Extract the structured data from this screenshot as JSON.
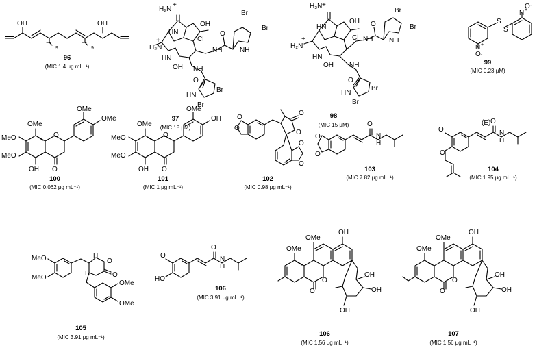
{
  "figure": {
    "compounds": [
      {
        "id": "c96",
        "number": "96",
        "mic": "(MIC 1.4 μg mL⁻¹)"
      },
      {
        "id": "c97",
        "number": "97",
        "mic": "(MIC 18 μM)"
      },
      {
        "id": "c98",
        "number": "98",
        "mic": "(MIC 15 μM)"
      },
      {
        "id": "c99",
        "number": "99",
        "mic": "(MIC 0.23 μM)"
      },
      {
        "id": "c100",
        "number": "100",
        "mic": "(MIC 0.062 μg mL⁻¹)"
      },
      {
        "id": "c101",
        "number": "101",
        "mic": "(MIC 1 μg mL⁻¹)"
      },
      {
        "id": "c102",
        "number": "102",
        "mic": "(MIC 0.98 μg mL⁻¹)"
      },
      {
        "id": "c103",
        "number": "103",
        "mic": "(MIC 7.82 μg mL⁻¹)"
      },
      {
        "id": "c104",
        "number": "104",
        "mic": "(MIC 1.95 μg mL⁻¹)"
      },
      {
        "id": "c105",
        "number": "105",
        "mic": "(MIC 3.91 μg mL⁻¹)"
      },
      {
        "id": "c106a",
        "number": "106",
        "mic": "(MIC 3.91 μg mL⁻¹)"
      },
      {
        "id": "c106b",
        "number": "106",
        "mic": "(MIC 1.56 μg mL⁻¹)"
      },
      {
        "id": "c107",
        "number": "107",
        "mic": "(MIC 1.56 μg mL⁻¹)"
      }
    ],
    "atoms": {
      "OH": "OH",
      "HO": "HO",
      "OMe": "OMe",
      "MeO": "MeO",
      "O": "O",
      "N": "N",
      "NH": "NH",
      "HN": "HN",
      "H2N": "H₂N",
      "Br": "Br",
      "Cl": "Cl",
      "S": "S",
      "H": "H",
      "plus": "+",
      "minus": "-",
      "nine": "9",
      "E": "(E)"
    }
  }
}
